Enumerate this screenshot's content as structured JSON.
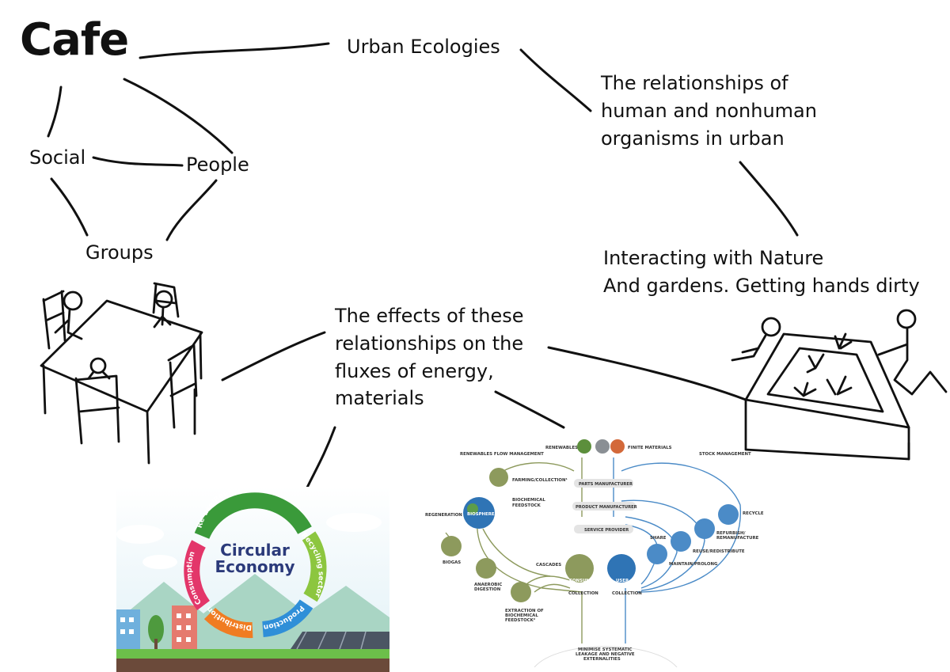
{
  "nodes": {
    "cafe": "Cafe",
    "urban_ecologies": "Urban Ecologies",
    "social": "Social",
    "people": "People",
    "groups": "Groups",
    "relationships": [
      "The relationships of",
      "human and nonhuman",
      "organisms in urban"
    ],
    "nature": [
      "Interacting with Nature",
      "And gardens. Getting hands dirty"
    ],
    "effects": [
      "The effects of these",
      "relationships on the",
      "fluxes of energy,",
      "materials"
    ]
  },
  "circular": {
    "title_line1": "Circular",
    "title_line2": "Economy",
    "seg_reuse": "Re-use/Repair/Recycle",
    "seg_recycling": "Recycling sector",
    "seg_production": "Production",
    "seg_distribution": "Distribution",
    "seg_consumption": "Consumption"
  },
  "flow": {
    "renewables": "RENEWABLES",
    "finite": "FINITE MATERIALS",
    "renew_mgmt": "RENEWABLES FLOW MANAGEMENT",
    "stock_mgmt": "STOCK MANAGEMENT",
    "farming": "FARMING/COLLECTION¹",
    "parts": "PARTS MANUFACTURER",
    "product": "PRODUCT MANUFACTURER",
    "service": "SERVICE PROVIDER",
    "biochem1": "BIOCHEMICAL",
    "biochem2": "FEEDSTOCK",
    "regeneration": "REGENERATION",
    "biosphere": "BIOSPHERE",
    "biogas": "BIOGAS",
    "anaerobic1": "ANAEROBIC",
    "anaerobic2": "DIGESTION",
    "cascades": "CASCADES",
    "consumer": "CONSUMER",
    "user": "USER",
    "collection_l": "COLLECTION",
    "collection_r": "COLLECTION",
    "extraction1": "EXTRACTION OF",
    "extraction2": "BIOCHEMICAL",
    "extraction3": "FEEDSTOCK²",
    "share": "SHARE",
    "maintain": "MAINTAIN/PROLONG",
    "reuse": "REUSE/REDISTRIBUTE",
    "refurbish1": "REFURBISH/",
    "refurbish2": "REMANUFACTURE",
    "recycle": "RECYCLE",
    "minimise1": "MINIMISE SYSTEMATIC",
    "minimise2": "LEAKAGE AND NEGATIVE",
    "minimise3": "EXTERNALITIES"
  },
  "colors": {
    "ink": "#111111",
    "bio_green": "#8d9a5d",
    "tech_blue": "#4b8bc7",
    "circle_green": "#3a9a3a",
    "circle_blue": "#2f8fd8",
    "circle_orange": "#f07c22",
    "circle_pink": "#e3366a",
    "title_navy": "#2b3a7a"
  }
}
